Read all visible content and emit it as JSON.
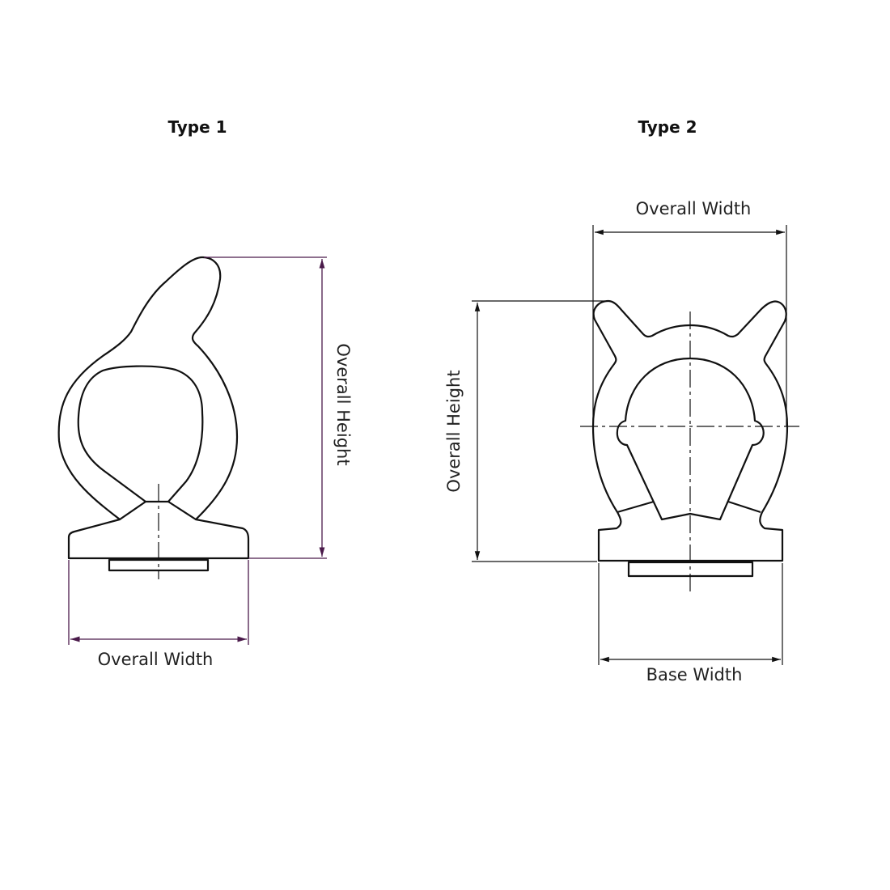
{
  "type1": {
    "title": "Type 1",
    "height_label": "Overall Height",
    "width_label": "Overall Width",
    "dimension_color": "#4a1a4a"
  },
  "type2": {
    "title": "Type 2",
    "width_label": "Overall Width",
    "height_label": "Overall Height",
    "base_width_label": "Base Width",
    "dimension_color": "#111111"
  }
}
